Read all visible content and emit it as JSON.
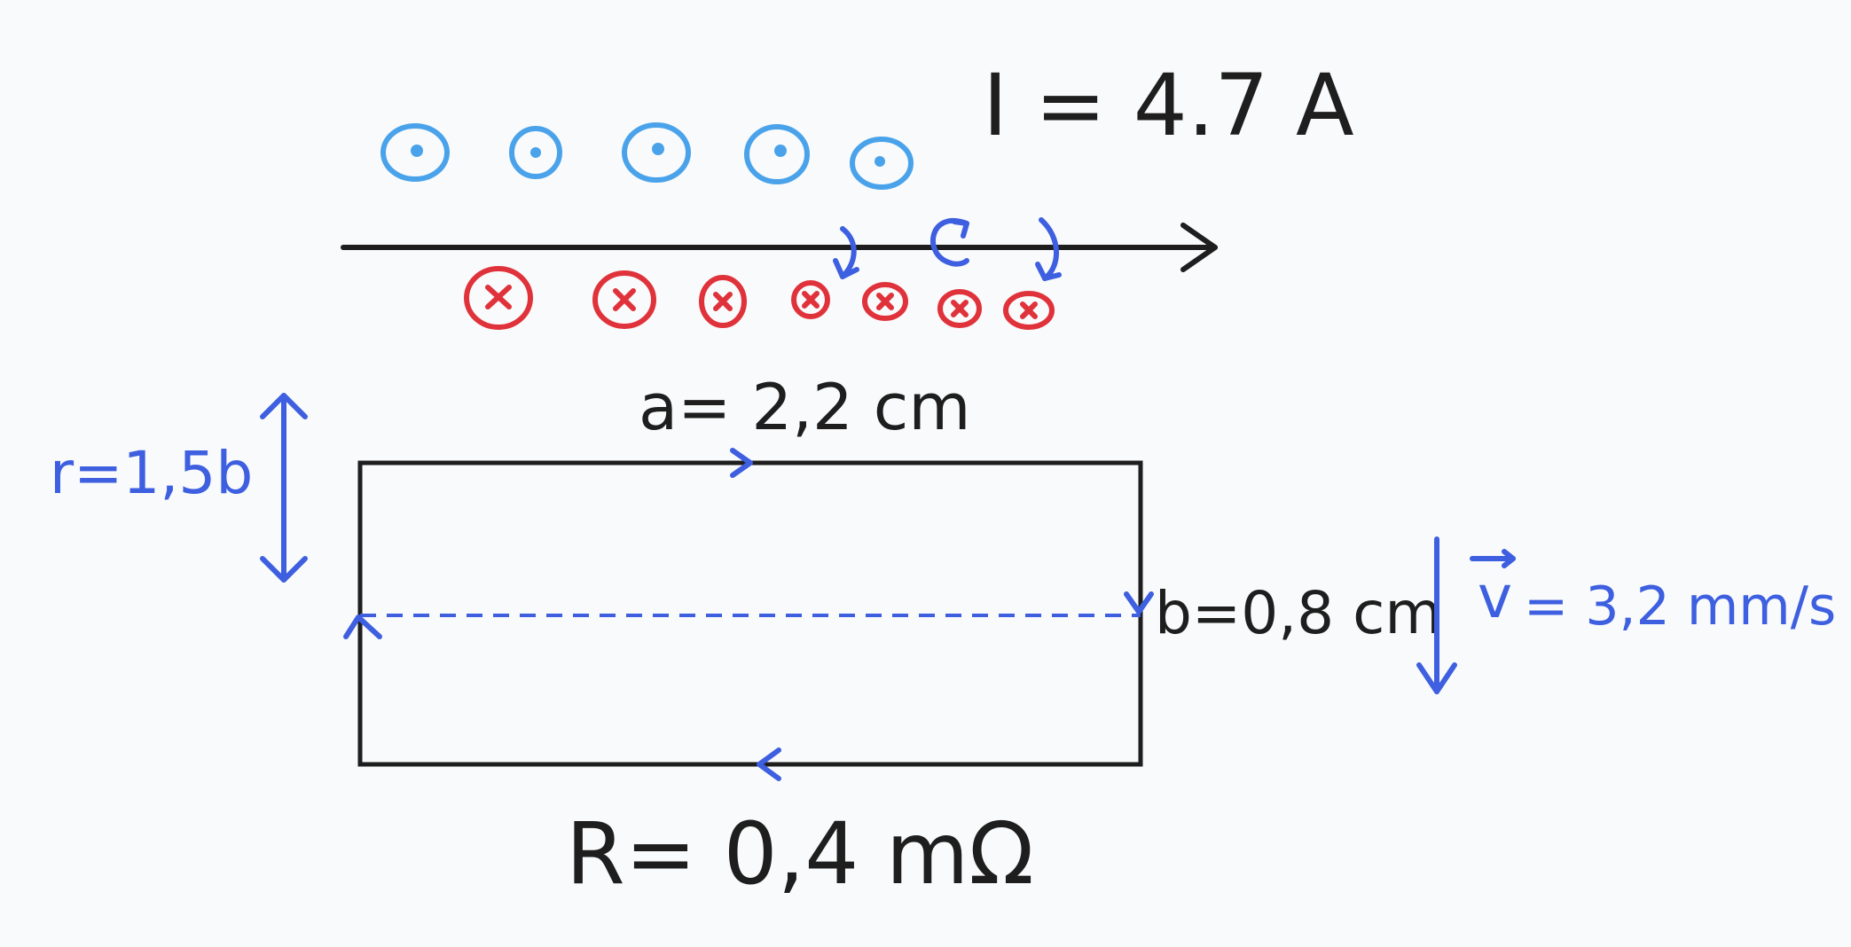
{
  "current_label": "I = 4.7 A",
  "width_label": "a= 2,2 cm",
  "height_label": "b=0,8 cm",
  "distance_label": "r=1,5b",
  "velocity_label": "= 3,2 mm/s",
  "velocity_symbol": "v",
  "resistance_label": "R= 0,4 mΩ",
  "colors": {
    "ink": "#1e1e1e",
    "annotation_blue": "#3d5fe0",
    "field_out": "#4aa3ea",
    "field_in": "#e0323b",
    "background": "#f9fafb"
  },
  "icons": {
    "field_out_symbol": "dot-in-circle",
    "field_in_symbol": "cross-in-circle"
  }
}
